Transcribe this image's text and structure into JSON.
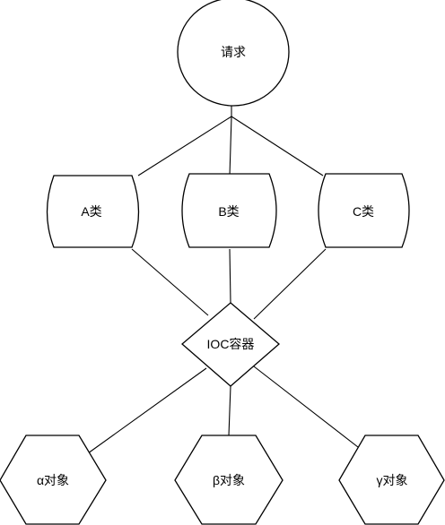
{
  "diagram": {
    "request": {
      "label": "请求"
    },
    "classes": [
      {
        "label": "A类"
      },
      {
        "label": "B类"
      },
      {
        "label": "C类"
      }
    ],
    "container": {
      "label": "IOC容器"
    },
    "objects": [
      {
        "label": "α对象"
      },
      {
        "label": "β对象"
      },
      {
        "label": "γ对象"
      }
    ]
  }
}
